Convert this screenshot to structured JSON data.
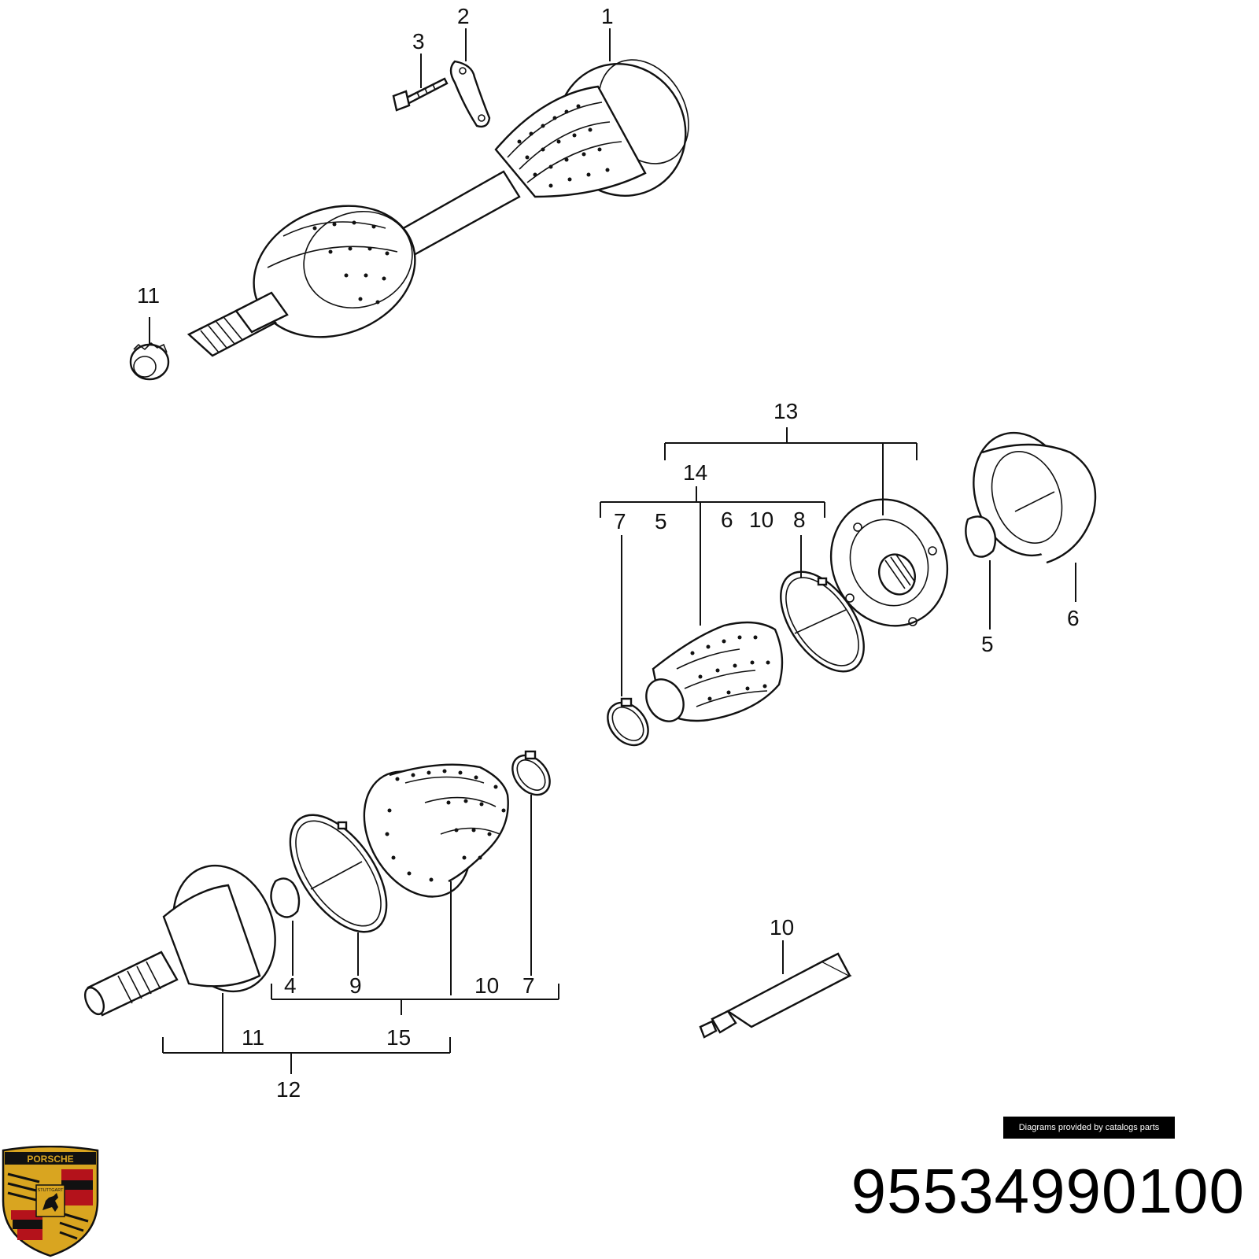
{
  "callouts": {
    "c1": "1",
    "c2": "2",
    "c3": "3",
    "c11_top": "11",
    "c13": "13",
    "c14": "14",
    "c7_upper": "7",
    "c5_upper": "5",
    "c6_upper": "6",
    "c10_upper": "10",
    "c8": "8",
    "c5_right": "5",
    "c6_right": "6",
    "c4": "4",
    "c9": "9",
    "c10_lower": "10",
    "c7_lower": "7",
    "c11_lower": "11",
    "c15": "15",
    "c12": "12",
    "c10_tube": "10"
  },
  "credit": "Diagrams provided by catalogs parts",
  "part_number": "95534990100",
  "logo": {
    "wordmark": "PORSCHE",
    "city": "STUTTGART",
    "gold": "#d9a520",
    "red": "#b4121b",
    "black": "#111111"
  }
}
